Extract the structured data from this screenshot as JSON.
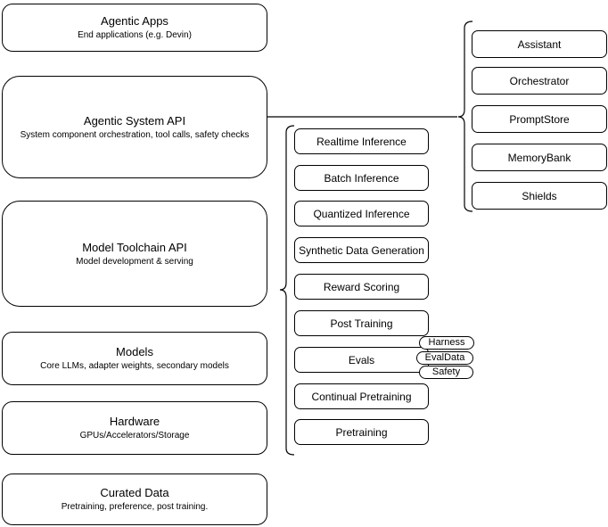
{
  "diagram": {
    "left_column": [
      {
        "title": "Agentic Apps",
        "subtitle": "End applications (e.g. Devin)"
      },
      {
        "title": "Agentic System API",
        "subtitle": "System component orchestration, tool calls, safety checks"
      },
      {
        "title": "Model Toolchain API",
        "subtitle": "Model development & serving"
      },
      {
        "title": "Models",
        "subtitle": "Core LLMs, adapter weights, secondary models"
      },
      {
        "title": "Hardware",
        "subtitle": "GPUs/Accelerators/Storage"
      },
      {
        "title": "Curated Data",
        "subtitle": "Pretraining, preference, post training."
      }
    ],
    "toolchain_components": [
      "Realtime Inference",
      "Batch Inference",
      "Quantized Inference",
      "Synthetic Data Generation",
      "Reward Scoring",
      "Post Training",
      "Evals",
      "Continual Pretraining",
      "Pretraining"
    ],
    "evals_subcomponents": [
      "Harness",
      "EvalData",
      "Safety"
    ],
    "system_components": [
      "Assistant",
      "Orchestrator",
      "PromptStore",
      "MemoryBank",
      "Shields"
    ],
    "colors": {
      "stroke": "#000000",
      "background": "#ffffff",
      "text": "#000000"
    }
  }
}
